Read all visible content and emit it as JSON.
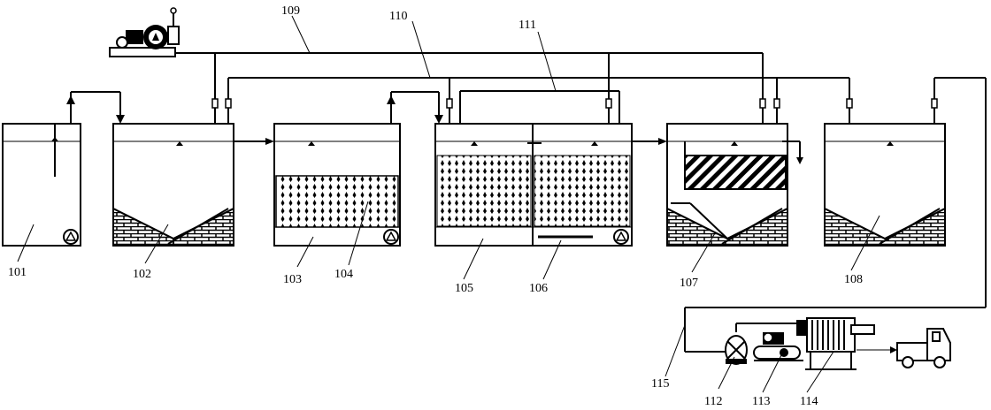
{
  "diagram": {
    "type": "process-flow",
    "units": [
      {
        "id": "101",
        "label": "101"
      },
      {
        "id": "102",
        "label": "102"
      },
      {
        "id": "103",
        "label": "103"
      },
      {
        "id": "104",
        "label": "104"
      },
      {
        "id": "105",
        "label": "105"
      },
      {
        "id": "106",
        "label": "106"
      },
      {
        "id": "107",
        "label": "107"
      },
      {
        "id": "108",
        "label": "108"
      },
      {
        "id": "112",
        "label": "112"
      },
      {
        "id": "113",
        "label": "113"
      },
      {
        "id": "114",
        "label": "114"
      }
    ],
    "pipes": [
      {
        "id": "109",
        "label": "109"
      },
      {
        "id": "110",
        "label": "110"
      },
      {
        "id": "111",
        "label": "111"
      },
      {
        "id": "115",
        "label": "115"
      }
    ],
    "icons": [
      "blower-icon",
      "pump-icon",
      "truck-icon",
      "filter-press-icon",
      "air-compressor-icon",
      "screw-pump-icon"
    ]
  }
}
